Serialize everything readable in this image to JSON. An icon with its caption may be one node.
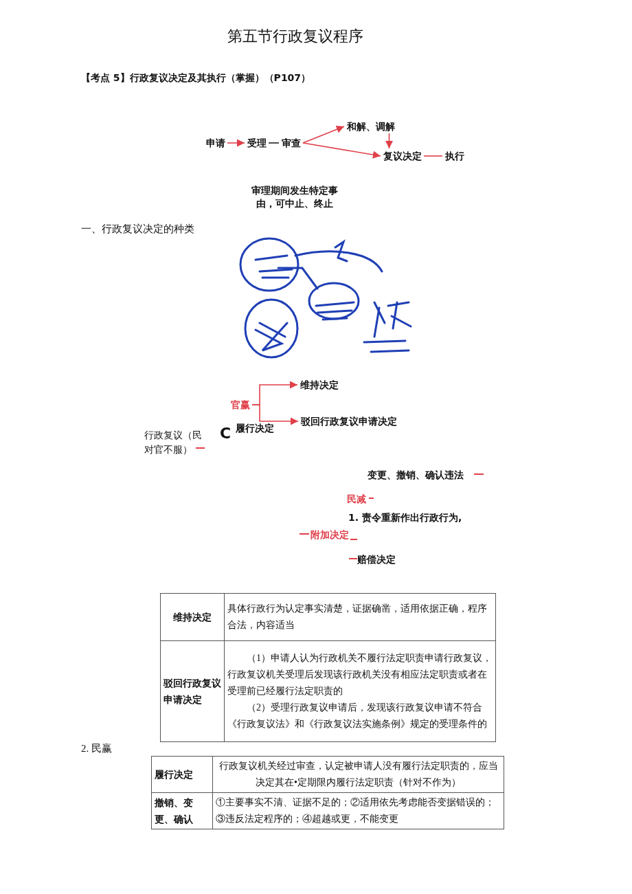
{
  "diagram": {
    "title": "第五节行政复议程序",
    "nodes": [
      {
        "text": [
          "申请"
        ]
      },
      {
        "text": [
          "受理"
        ]
      },
      {
        "text": [
          "审查"
        ]
      },
      {
        "text": [
          "和解、调解"
        ]
      },
      {
        "text": [
          "复议决定"
        ]
      },
      {
        "text": [
          "执行"
        ]
      },
      {
        "text": [
          "行政复议（民对官不服）"
        ]
      },
      {
        "text": [
          "官赢"
        ]
      },
      {
        "text": [
          "维持决定"
        ]
      },
      {
        "text": [
          "驳回行政复议申请决定"
        ]
      },
      {
        "text": [
          "履行决定"
        ]
      },
      {
        "text": [
          "变更、撤销、确认违法"
        ]
      },
      {
        "text": [
          "民减"
        ]
      },
      {
        "text": [
          "1. 责令重新作出行政行为,"
        ]
      },
      {
        "text": [
          "附加决定"
        ]
      },
      {
        "text": [
          "赔偿决定"
        ]
      }
    ],
    "edges": [
      {
        "from": 0,
        "to": 1,
        "arrow": "to"
      },
      {
        "from": 1,
        "to": 2,
        "arrow": "none",
        "color": "#222222"
      },
      {
        "from": 2,
        "to": 3,
        "arrow": "to"
      },
      {
        "from": 2,
        "to": 4,
        "arrow": "to"
      },
      {
        "from": 3,
        "to": 4,
        "arrow": "to"
      },
      {
        "from": 4,
        "to": 5,
        "arrow": "none"
      },
      {
        "from": 7,
        "to": 8,
        "arrow": "to"
      },
      {
        "from": 7,
        "to": 9,
        "arrow": "to"
      }
    ],
    "labels": [
      "【考点 5】行政复议决定及其执行（掌握）（P107）",
      "审理期间发生特定事由，可中止、终止",
      "一、行政复议决定的种类",
      "C",
      "维持决定",
      "具体行政行为认定事实清楚，证据确凿，适用依据正确，程序合法，内容适当",
      "驳回行政复议申请决定",
      "（1）申请人认为行政机关不履行法定职责申请行政复议，行政复议机关受理后发现该行政机关没有相应法定职责或者在受理前已经履行法定职责的",
      "（2）受理行政复议申请后，发现该行政复议申请不符合《行政复议法》和《行政复议法实施条例》规定的受理条件的",
      "2. 民赢",
      "履行决定",
      "行政复议机关经过审查，认定被申请人没有履行法定职责的，应当决定其在•定期限内履行法定职责（针对不作为）",
      "撤销、变更、确认",
      "①主要事实不清、证据不足的；②适用依先考虑能否变据错误的；③违反法定程序的；④超越或更，不能变更"
    ]
  }
}
